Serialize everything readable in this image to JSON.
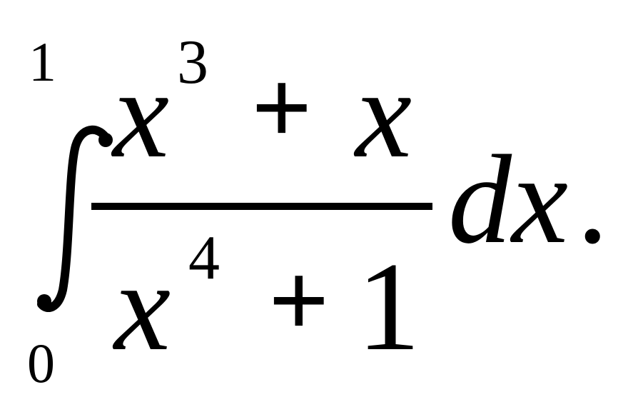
{
  "formula": {
    "upper_limit": "1",
    "lower_limit": "0",
    "numerator": {
      "var1": "x",
      "exp1": "3",
      "operator": "+",
      "var2": "x"
    },
    "denominator": {
      "var": "x",
      "exp": "4",
      "operator": "+",
      "constant": "1"
    },
    "differential": "dx",
    "period": "."
  }
}
